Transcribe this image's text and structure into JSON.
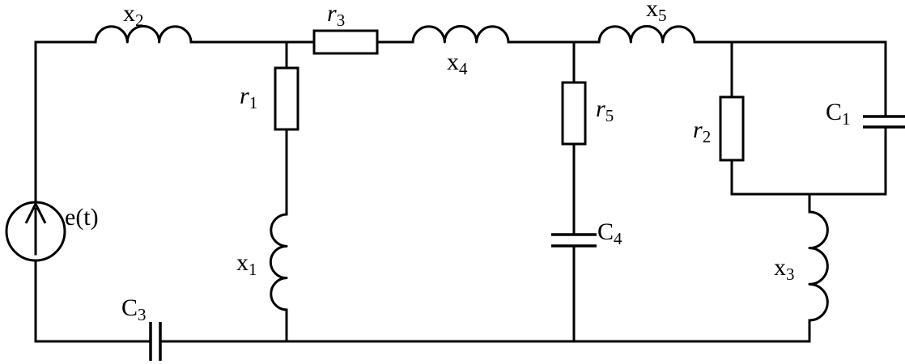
{
  "labels": {
    "x2": {
      "main": "x",
      "sub": "2"
    },
    "r3": {
      "main": "r",
      "sub": "3"
    },
    "x4": {
      "main": "x",
      "sub": "4"
    },
    "x5": {
      "main": "x",
      "sub": "5"
    },
    "r1": {
      "main": "r",
      "sub": "1"
    },
    "r5": {
      "main": "r",
      "sub": "5"
    },
    "r2": {
      "main": "r",
      "sub": "2"
    },
    "C1": {
      "main": "C",
      "sub": "1"
    },
    "et": {
      "main": "e(t)"
    },
    "C4": {
      "main": "C",
      "sub": "4"
    },
    "x1": {
      "main": "x",
      "sub": "1"
    },
    "x3": {
      "main": "x",
      "sub": "3"
    },
    "C3": {
      "main": "C",
      "sub": "3"
    }
  }
}
